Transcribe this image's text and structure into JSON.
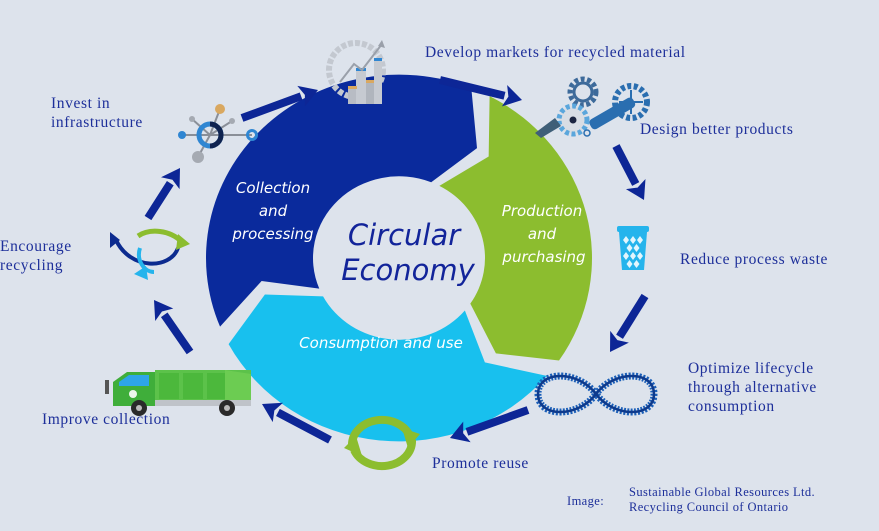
{
  "diagram": {
    "title": "Circular Economy",
    "center_label_lines": [
      "Circular",
      "Economy"
    ],
    "segments": [
      {
        "id": "collection",
        "lines": [
          "Collection",
          "and",
          "processing"
        ],
        "color": "#0a2a9c"
      },
      {
        "id": "production",
        "lines": [
          "Production",
          "and",
          "purchasing"
        ],
        "color": "#8cbd2f"
      },
      {
        "id": "consumption",
        "lines": [
          "Consumption and use"
        ],
        "color": "#18c0ee"
      }
    ],
    "center_fill": "#dde3ec",
    "arrow_color": "#0d2696",
    "steps": [
      {
        "id": "develop-markets",
        "label": "Develop markets for recycled material",
        "icon": "bar-chart-growth-icon"
      },
      {
        "id": "design-products",
        "label": "Design better products",
        "icon": "gears-wrench-icon"
      },
      {
        "id": "reduce-waste",
        "label": "Reduce process waste",
        "icon": "waste-basket-icon"
      },
      {
        "id": "optimize-lifecycle",
        "label": "Optimize lifecycle\nthrough alternative\nconsumption",
        "icon": "infinity-icon"
      },
      {
        "id": "promote-reuse",
        "label": "Promote reuse",
        "icon": "reuse-cycle-icon"
      },
      {
        "id": "improve-collection",
        "label": "Improve collection",
        "icon": "garbage-truck-icon"
      },
      {
        "id": "encourage-recycling",
        "label": "Encourage\nrecycling",
        "icon": "recycle-arrows-icon"
      },
      {
        "id": "invest-infrastructure",
        "label": "Invest in\ninfrastructure",
        "icon": "network-nodes-icon"
      }
    ]
  },
  "credit": {
    "prefix": "Image:",
    "lines": [
      "Sustainable Global Resources Ltd.",
      "Recycling Council of Ontario"
    ]
  },
  "colors": {
    "background": "#dde3ec",
    "text_dark_blue": "#1d2f9a",
    "green": "#8cbd2f",
    "cyan": "#18c0ee",
    "navy": "#0a2a9c"
  }
}
